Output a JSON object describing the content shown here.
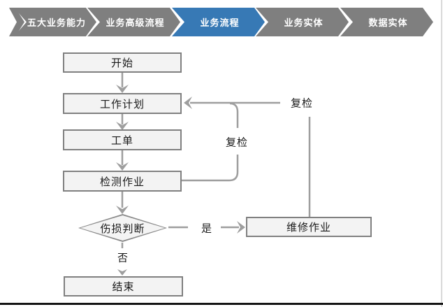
{
  "nav": {
    "items": [
      {
        "label": "五大业务能力",
        "active": false
      },
      {
        "label": "业务高级流程",
        "active": false
      },
      {
        "label": "业务流程",
        "active": true
      },
      {
        "label": "业务实体",
        "active": false
      },
      {
        "label": "数据实体",
        "active": false
      }
    ],
    "colors": {
      "inactive": "#7f7f7f",
      "active": "#3779b5",
      "text": "#ffffff"
    }
  },
  "flowchart": {
    "nodes": [
      {
        "id": "start",
        "label": "开始",
        "type": "process"
      },
      {
        "id": "plan",
        "label": "工作计划",
        "type": "process"
      },
      {
        "id": "order",
        "label": "工单",
        "type": "process"
      },
      {
        "id": "inspect",
        "label": "检测作业",
        "type": "process"
      },
      {
        "id": "judge",
        "label": "伤损判断",
        "type": "decision"
      },
      {
        "id": "repair",
        "label": "维修作业",
        "type": "process"
      },
      {
        "id": "end",
        "label": "结束",
        "type": "process"
      }
    ],
    "edge_labels": {
      "yes": "是",
      "no": "否",
      "recheck_inner": "复检",
      "recheck_outer": "复检"
    },
    "edges": [
      {
        "from": "开始",
        "to": "工作计划"
      },
      {
        "from": "工作计划",
        "to": "工单"
      },
      {
        "from": "工单",
        "to": "检测作业"
      },
      {
        "from": "检测作业",
        "to": "伤损判断"
      },
      {
        "from": "伤损判断",
        "to": "维修作业",
        "label": "是"
      },
      {
        "from": "伤损判断",
        "to": "结束",
        "label": "否"
      },
      {
        "from": "检测作业",
        "to": "工作计划",
        "label": "复检"
      },
      {
        "from": "维修作业",
        "to": "工作计划",
        "label": "复检"
      }
    ],
    "colors": {
      "node_fill": "#f3f3f3",
      "node_border": "#808080",
      "connector": "#9e9e9e",
      "text": "#1a1a1a",
      "page_bottom_border": "#141414"
    }
  }
}
